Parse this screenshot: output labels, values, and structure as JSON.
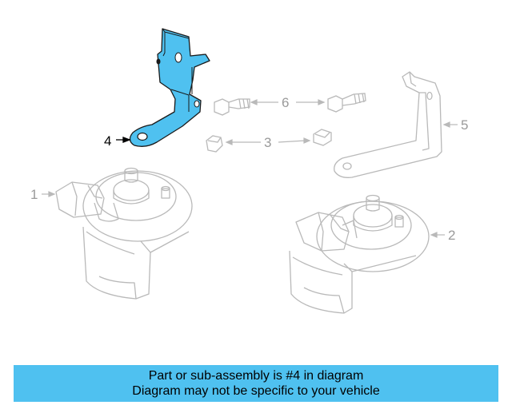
{
  "diagram": {
    "callouts": [
      {
        "id": "1",
        "label": "1"
      },
      {
        "id": "2",
        "label": "2"
      },
      {
        "id": "3",
        "label": "3"
      },
      {
        "id": "4",
        "label": "4"
      },
      {
        "id": "5",
        "label": "5"
      },
      {
        "id": "6",
        "label": "6"
      }
    ],
    "highlighted_part": "4",
    "colors": {
      "highlight_fill": "#4fc1f0",
      "highlight_stroke": "#1a1a1a",
      "faded_line": "#b9b9b9",
      "callout_faded": "#9a9a9a",
      "callout_active": "#000000"
    }
  },
  "banner": {
    "line1": "Part or sub-assembly is #4 in diagram",
    "line2": "Diagram may not be specific to your vehicle",
    "background": "#4fc1f0"
  }
}
